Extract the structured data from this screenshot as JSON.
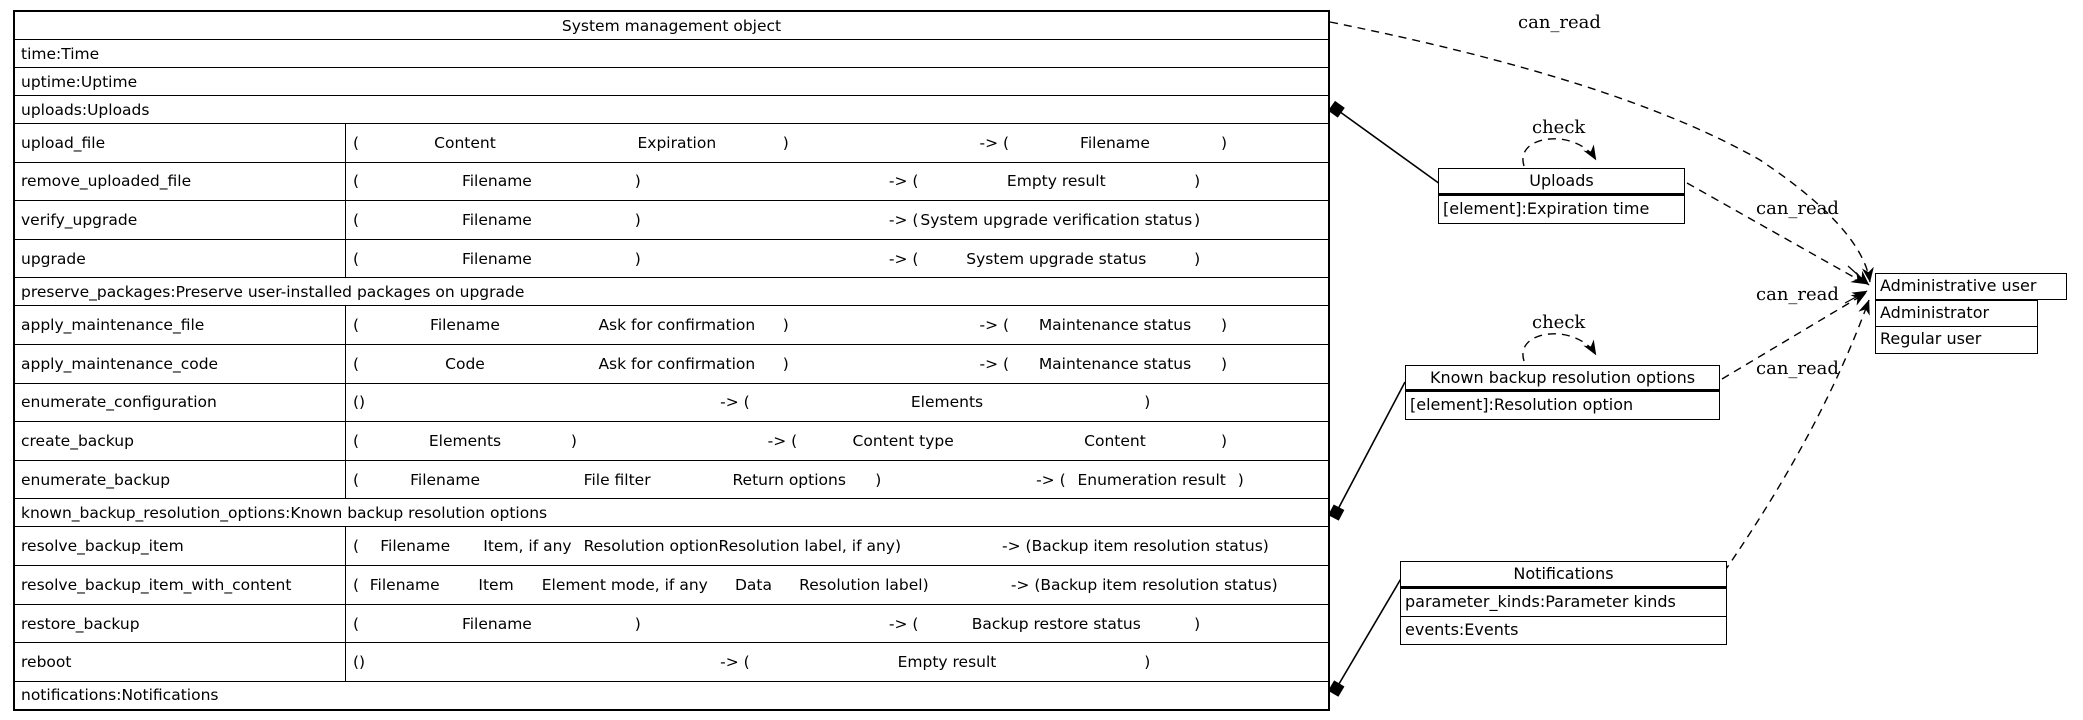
{
  "main_table": {
    "title": "System management object",
    "signature_symbols": {
      "open": "(",
      "close": ")",
      "arrow": "-> (",
      "empty": "()"
    },
    "rows": [
      {
        "kind": "attribute",
        "text": "time:Time"
      },
      {
        "kind": "attribute",
        "text": "uptime:Uptime"
      },
      {
        "kind": "attribute",
        "text": "uploads:Uploads"
      },
      {
        "kind": "method",
        "name": "upload_file",
        "params": [
          "Content",
          "Expiration"
        ],
        "results": [
          "Filename"
        ]
      },
      {
        "kind": "method",
        "name": "remove_uploaded_file",
        "params": [
          "Filename"
        ],
        "results": [
          "Empty result"
        ]
      },
      {
        "kind": "method",
        "name": "verify_upgrade",
        "params": [
          "Filename"
        ],
        "results": [
          "System upgrade verification status"
        ]
      },
      {
        "kind": "method",
        "name": "upgrade",
        "params": [
          "Filename"
        ],
        "results": [
          "System upgrade status"
        ]
      },
      {
        "kind": "attribute",
        "text": "preserve_packages:Preserve user-installed packages on upgrade"
      },
      {
        "kind": "method",
        "name": "apply_maintenance_file",
        "params": [
          "Filename",
          "Ask for confirmation"
        ],
        "results": [
          "Maintenance status"
        ]
      },
      {
        "kind": "method",
        "name": "apply_maintenance_code",
        "params": [
          "Code",
          "Ask for confirmation"
        ],
        "results": [
          "Maintenance status"
        ]
      },
      {
        "kind": "method",
        "name": "enumerate_configuration",
        "params": [],
        "results": [
          "Elements"
        ]
      },
      {
        "kind": "method",
        "name": "create_backup",
        "params": [
          "Elements"
        ],
        "results": [
          "Content type",
          "Content"
        ]
      },
      {
        "kind": "method",
        "name": "enumerate_backup",
        "params": [
          "Filename",
          "File filter",
          "Return options"
        ],
        "results": [
          "Enumeration result"
        ]
      },
      {
        "kind": "attribute",
        "text": "known_backup_resolution_options:Known backup resolution options"
      },
      {
        "kind": "method",
        "name": "resolve_backup_item",
        "params": [
          "Filename",
          "Item, if any",
          "Resolution option",
          "Resolution label, if any"
        ],
        "results": [
          "Backup item resolution status"
        ]
      },
      {
        "kind": "method",
        "name": "resolve_backup_item_with_content",
        "params": [
          "Filename",
          "Item",
          "Element mode, if any",
          "Data",
          "Resolution label"
        ],
        "results": [
          "Backup item resolution status"
        ]
      },
      {
        "kind": "method",
        "name": "restore_backup",
        "params": [
          "Filename"
        ],
        "results": [
          "Backup restore status"
        ]
      },
      {
        "kind": "method",
        "name": "reboot",
        "params": [],
        "results": [
          "Empty result"
        ]
      },
      {
        "kind": "attribute",
        "text": "notifications:Notifications"
      }
    ]
  },
  "nodes": {
    "uploads": {
      "title": "Uploads",
      "rows": [
        "[element]:Expiration time"
      ]
    },
    "known_backup_resolution_options": {
      "title": "Known backup resolution options",
      "rows": [
        "[element]:Resolution option"
      ]
    },
    "notifications": {
      "title": "Notifications",
      "rows": [
        "parameter_kinds:Parameter kinds",
        "events:Events"
      ]
    },
    "administrative_user": {
      "title": "Administrative user",
      "rows": [
        "Administrator",
        "Regular user"
      ]
    }
  },
  "edge_labels": {
    "can_read_top": "can_read",
    "can_read_uploads": "can_read",
    "can_read_backup_options": "can_read",
    "can_read_notifications": "can_read",
    "check_uploads": "check",
    "check_backup_options": "check"
  },
  "colors": {
    "line": "#000000",
    "background": "#ffffff"
  }
}
